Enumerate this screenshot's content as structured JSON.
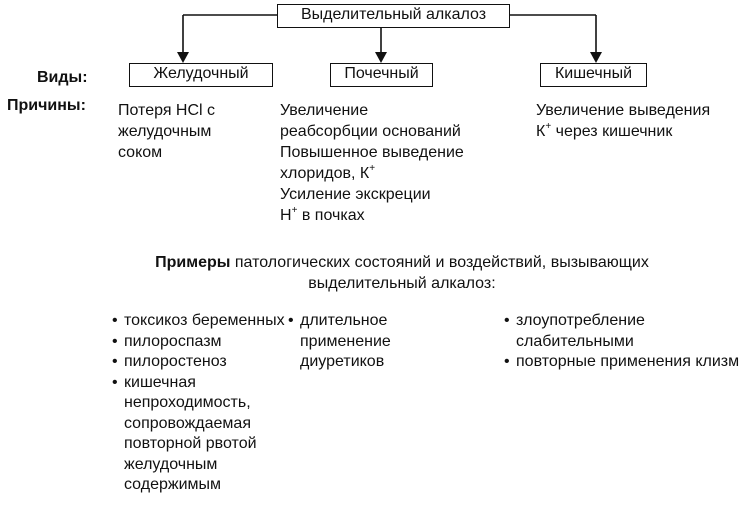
{
  "title": "Выделительный алкалоз",
  "labels": {
    "types": "Виды",
    "causes": "Причины"
  },
  "types": [
    {
      "name": "Желудочный"
    },
    {
      "name": "Почечный"
    },
    {
      "name": "Кишечный"
    }
  ],
  "causes": {
    "gastric": [
      "Потеря HCl с",
      "желудочным",
      "соком"
    ],
    "renal": {
      "line1": "Увеличение",
      "line2": "реабсорбции оснований",
      "line3": "Повышенное выведение",
      "line4": "хлоридов, К",
      "line4_sup": "+",
      "line5": "Усиление экскреции",
      "line6_pre": "Н",
      "line6_sup": "+",
      "line6_post": " в почках"
    },
    "intestinal": {
      "line1": "Увеличение выведения",
      "line2_pre": "К",
      "line2_sup": "+",
      "line2_post": " через кишечник"
    }
  },
  "examples": {
    "title_bold": "Примеры",
    "title_rest": " патологических состояний и воздействий, вызывающих",
    "title_line2": "выделительный алкалоз:",
    "col1": [
      "токсикоз беременных",
      "пилороспазм",
      "пилоростеноз",
      "кишечная непроходимость, сопровождаемая повторной рвотой желудочным содержимым"
    ],
    "col2": [
      "длительное применение диуретиков"
    ],
    "col3": [
      "злоупотребление слабительными",
      "повторные применения клизм"
    ]
  }
}
